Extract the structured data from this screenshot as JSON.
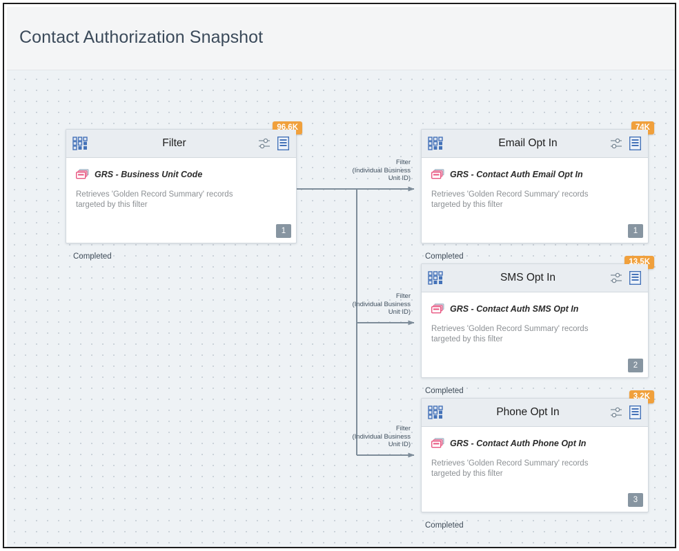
{
  "header": {
    "title": "Contact Authorization Snapshot"
  },
  "canvas": {
    "nodes": [
      {
        "id": "filter",
        "title": "Filter",
        "count_badge": "96.6K",
        "source_label": "GRS - Business Unit Code",
        "description": "Retrieves 'Golden Record Summary' records targeted by this filter",
        "seq": "1",
        "status": "Completed",
        "icons": {
          "left": "grid-icon",
          "settings": "sliders-icon",
          "document": "document-icon",
          "source": "database-stack-icon"
        }
      },
      {
        "id": "email-opt-in",
        "title": "Email Opt In",
        "count_badge": "74K",
        "source_label": "GRS - Contact Auth Email Opt In",
        "description": "Retrieves 'Golden Record Summary' records targeted by this filter",
        "seq": "1",
        "status": "Completed",
        "icons": {
          "left": "grid-icon",
          "settings": "sliders-icon",
          "document": "document-icon",
          "source": "database-stack-icon"
        }
      },
      {
        "id": "sms-opt-in",
        "title": "SMS Opt In",
        "count_badge": "13.5K",
        "source_label": "GRS - Contact Auth SMS Opt In",
        "description": "Retrieves 'Golden Record Summary' records targeted by this filter",
        "seq": "2",
        "status": "Completed",
        "icons": {
          "left": "grid-icon",
          "settings": "sliders-icon",
          "document": "document-icon",
          "source": "database-stack-icon"
        }
      },
      {
        "id": "phone-opt-in",
        "title": "Phone Opt In",
        "count_badge": "3.2K",
        "source_label": "GRS - Contact Auth Phone Opt In",
        "description": "Retrieves 'Golden Record Summary' records targeted by this filter",
        "seq": "3",
        "status": "Completed",
        "icons": {
          "left": "grid-icon",
          "settings": "sliders-icon",
          "document": "document-icon",
          "source": "database-stack-icon"
        }
      }
    ],
    "edges": [
      {
        "id": "edge-email",
        "label": "Filter\n(Individual Business\nUnit ID)"
      },
      {
        "id": "edge-sms",
        "label": "Filter\n(Individual Business\nUnit ID)"
      },
      {
        "id": "edge-phone",
        "label": "Filter\n(Individual Business\nUnit ID)"
      }
    ]
  },
  "colors": {
    "badge_orange": "#f0a03c",
    "seq_gray": "#8795a1",
    "icon_blue": "#4472b8",
    "icon_pink": "#e8547f",
    "edge_gray": "#7d8c99",
    "canvas_bg": "#eef2f5",
    "header_bg": "#f4f5f6",
    "title_color": "#3b4a5a"
  }
}
